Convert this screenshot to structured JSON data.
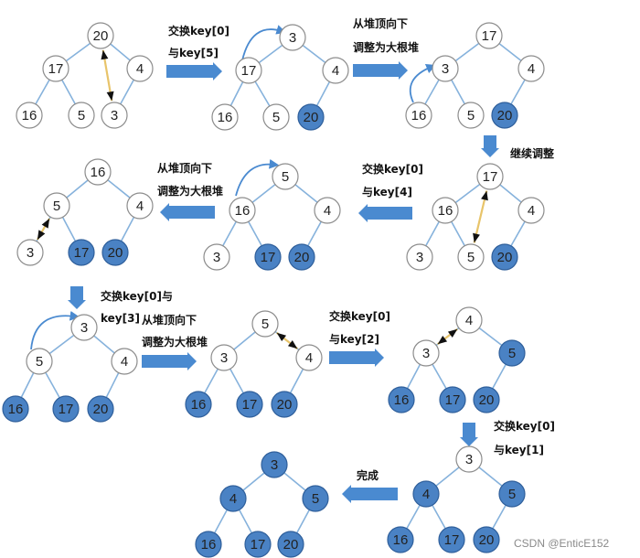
{
  "colors": {
    "edge": "#86b2dc",
    "node_stroke": "#8c8c8c",
    "node_fill": "#ffffff",
    "done_fill": "#4a82c4",
    "done_stroke": "#2f5f9b",
    "arrow": "#4a8ad0",
    "swap": "#e8c46a",
    "curve": "#4a8ad0"
  },
  "labels": {
    "l1a": "交换key[0]",
    "l1b": "与key[5]",
    "l2a": "从堆顶向下",
    "l2b": "调整为大根堆",
    "l3": "继续调整",
    "l4a": "交换key[0]",
    "l4b": "与key[4]",
    "l5a": "从堆顶向下",
    "l5b": "调整为大根堆",
    "l6a": "交换key[0]与",
    "l6b": "key[3]",
    "l7a": "从堆顶向下",
    "l7b": "调整为大根堆",
    "l8a": "交换key[0]",
    "l8b": "与key[2]",
    "l9a": "交换key[0]",
    "l9b": "与key[1]",
    "l10": "完成"
  },
  "watermark": "CSDN @EnticE152",
  "trees": [
    {
      "id": "t1",
      "nodes": [
        [
          "20",
          0
        ],
        [
          "17",
          0
        ],
        [
          "4",
          0
        ],
        [
          "16",
          0
        ],
        [
          "5",
          0
        ],
        [
          "3",
          0
        ]
      ]
    },
    {
      "id": "t2",
      "nodes": [
        [
          "3",
          0
        ],
        [
          "17",
          0
        ],
        [
          "4",
          0
        ],
        [
          "16",
          0
        ],
        [
          "5",
          0
        ],
        [
          "20",
          1
        ]
      ]
    },
    {
      "id": "t3",
      "nodes": [
        [
          "17",
          0
        ],
        [
          "3",
          0
        ],
        [
          "4",
          0
        ],
        [
          "16",
          0
        ],
        [
          "5",
          0
        ],
        [
          "20",
          1
        ]
      ]
    },
    {
      "id": "t4",
      "nodes": [
        [
          "17",
          0
        ],
        [
          "16",
          0
        ],
        [
          "4",
          0
        ],
        [
          "3",
          0
        ],
        [
          "5",
          0
        ],
        [
          "20",
          1
        ]
      ]
    },
    {
      "id": "t5",
      "nodes": [
        [
          "5",
          0
        ],
        [
          "16",
          0
        ],
        [
          "4",
          0
        ],
        [
          "3",
          0
        ],
        [
          "17",
          1
        ],
        [
          "20",
          1
        ]
      ]
    },
    {
      "id": "t6",
      "nodes": [
        [
          "16",
          0
        ],
        [
          "5",
          0
        ],
        [
          "4",
          0
        ],
        [
          "3",
          0
        ],
        [
          "17",
          1
        ],
        [
          "20",
          1
        ]
      ]
    },
    {
      "id": "t7",
      "nodes": [
        [
          "3",
          0
        ],
        [
          "5",
          0
        ],
        [
          "4",
          0
        ],
        [
          "16",
          1
        ],
        [
          "17",
          1
        ],
        [
          "20",
          1
        ]
      ]
    },
    {
      "id": "t8",
      "nodes": [
        [
          "5",
          0
        ],
        [
          "3",
          0
        ],
        [
          "4",
          0
        ],
        [
          "16",
          1
        ],
        [
          "17",
          1
        ],
        [
          "20",
          1
        ]
      ]
    },
    {
      "id": "t9",
      "nodes": [
        [
          "4",
          0
        ],
        [
          "3",
          0
        ],
        [
          "5",
          1
        ],
        [
          "16",
          1
        ],
        [
          "17",
          1
        ],
        [
          "20",
          1
        ]
      ]
    },
    {
      "id": "t10",
      "nodes": [
        [
          "3",
          0
        ],
        [
          "4",
          1
        ],
        [
          "5",
          1
        ],
        [
          "16",
          1
        ],
        [
          "17",
          1
        ],
        [
          "20",
          1
        ]
      ]
    },
    {
      "id": "t11",
      "nodes": [
        [
          "3",
          1
        ],
        [
          "4",
          1
        ],
        [
          "5",
          1
        ],
        [
          "16",
          1
        ],
        [
          "17",
          1
        ],
        [
          "20",
          1
        ]
      ]
    }
  ]
}
